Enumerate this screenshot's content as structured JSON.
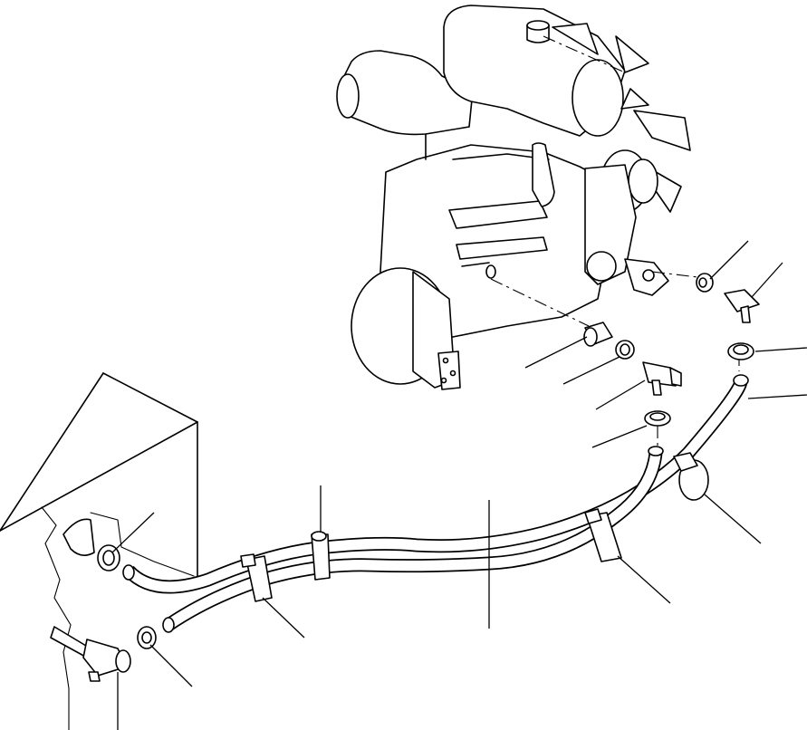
{
  "figure": {
    "kind": "exploded-parts-view",
    "subject_icons": [
      "engine-assembly",
      "heater-hose",
      "drain-valve",
      "hose-clamp",
      "hose-elbow",
      "hose-adapter",
      "heater-box"
    ],
    "line_color": "#000000",
    "background_color": "#ffffff"
  }
}
